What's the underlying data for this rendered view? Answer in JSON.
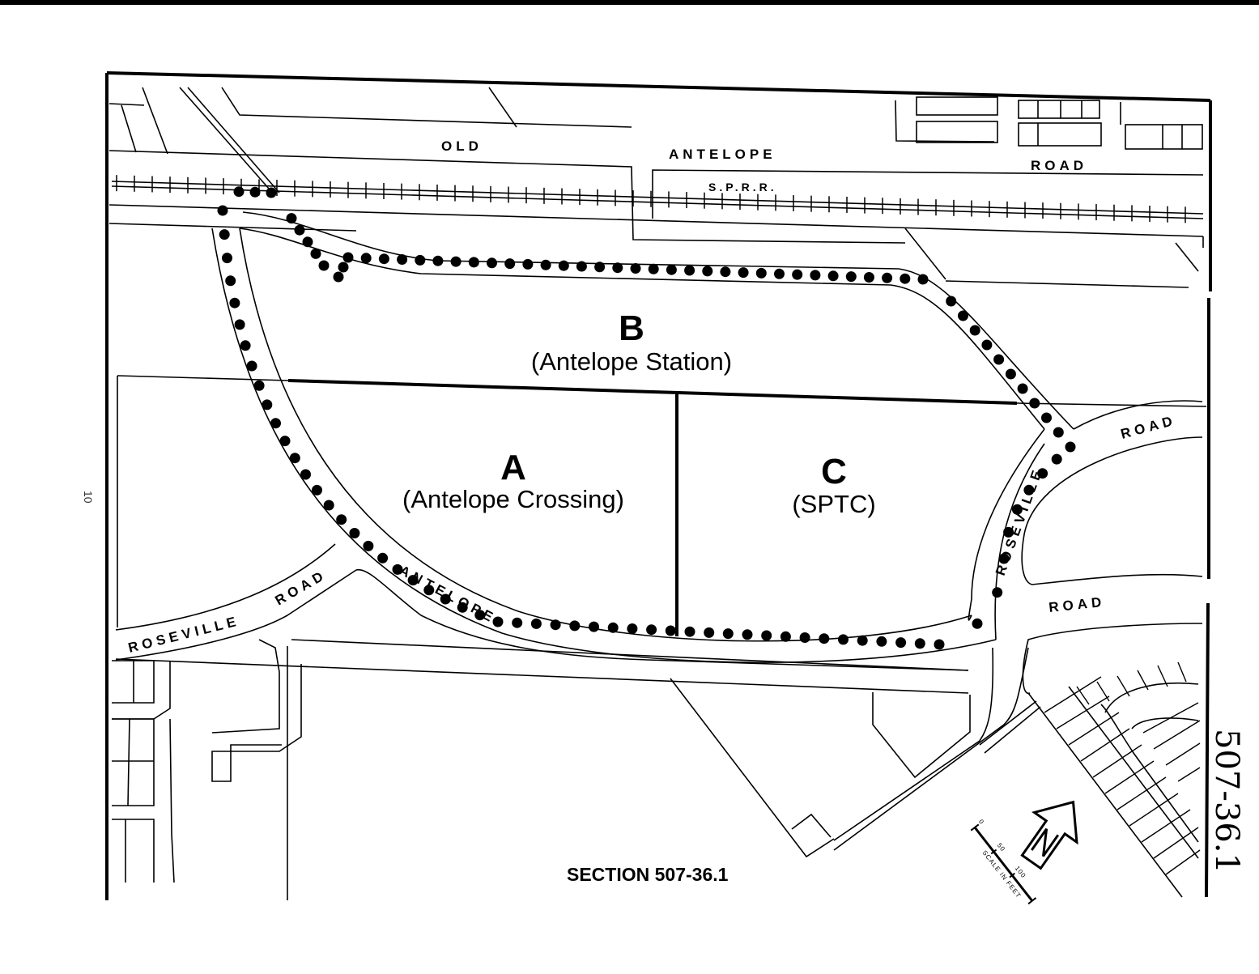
{
  "map": {
    "roads": {
      "old_antelope_1": "OLD",
      "old_antelope_2": "ANTELOPE",
      "old_antelope_3": "ROAD",
      "railroad": "S.P.R.R.",
      "antelope": "ANTELOPE",
      "roseville_east": "ROSEVILLE",
      "road_upper_right": "ROAD",
      "road_lower_right": "ROAD",
      "roseville_west": "ROSEVILLE",
      "road_west": "ROAD"
    },
    "parcels": [
      {
        "letter": "B",
        "name": "(Antelope Station)"
      },
      {
        "letter": "A",
        "name": "(Antelope Crossing)"
      },
      {
        "letter": "C",
        "name": "(SPTC)"
      }
    ],
    "section_title": "SECTION 507-36.1",
    "margin_page_number": "10",
    "handwritten_note": "507-36.1",
    "north_arrow_icon": "north-arrow-icon",
    "scale_bar_text": "SCALE IN FEET",
    "scale_bar_ticks": [
      "0",
      "50",
      "100"
    ]
  }
}
